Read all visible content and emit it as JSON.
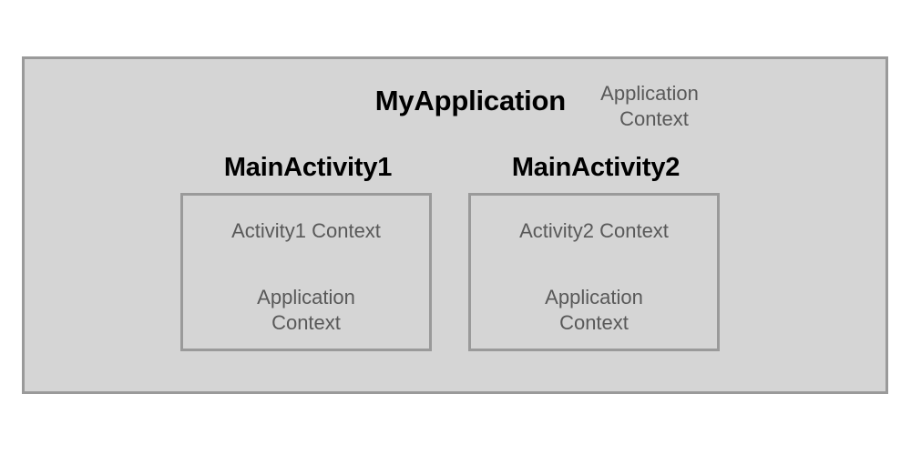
{
  "diagram": {
    "title": "MyApplication",
    "context_label": {
      "line_1": "Application",
      "line_2": "Context"
    },
    "colors": {
      "page_background": "#ffffff",
      "box_fill": "#d5d5d5",
      "box_border": "#9a9a9a",
      "title_text": "#000000",
      "body_text": "#595959"
    },
    "activities": [
      {
        "title": "MainActivity1",
        "context": "Activity1 Context",
        "app_context": {
          "line_1": "Application",
          "line_2": "Context"
        }
      },
      {
        "title": "MainActivity2",
        "context": "Activity2 Context",
        "app_context": {
          "line_1": "Application",
          "line_2": "Context"
        }
      }
    ]
  }
}
